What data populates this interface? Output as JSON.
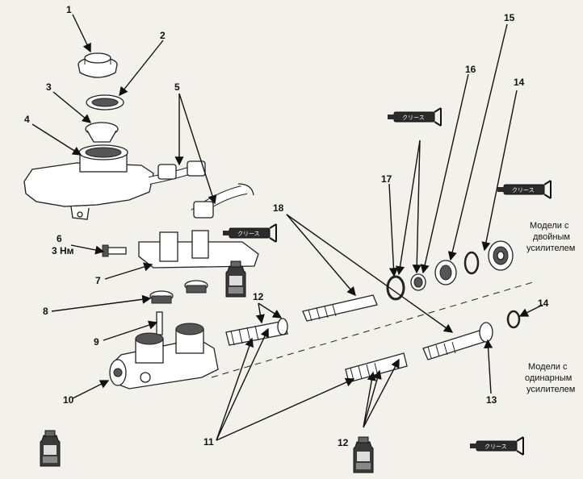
{
  "callouts": [
    "1",
    "2",
    "3",
    "4",
    "5",
    "6",
    "7",
    "8",
    "9",
    "10",
    "11",
    "12",
    "12",
    "13",
    "14",
    "14",
    "15",
    "16",
    "17",
    "18"
  ],
  "torque_label": "3 Нм",
  "grease_label": "クリース",
  "captions": {
    "dual_booster": [
      "Модели с",
      "двойным",
      "усилителем"
    ],
    "single_booster": [
      "Модели с",
      "одинарным",
      "усилителем"
    ]
  }
}
